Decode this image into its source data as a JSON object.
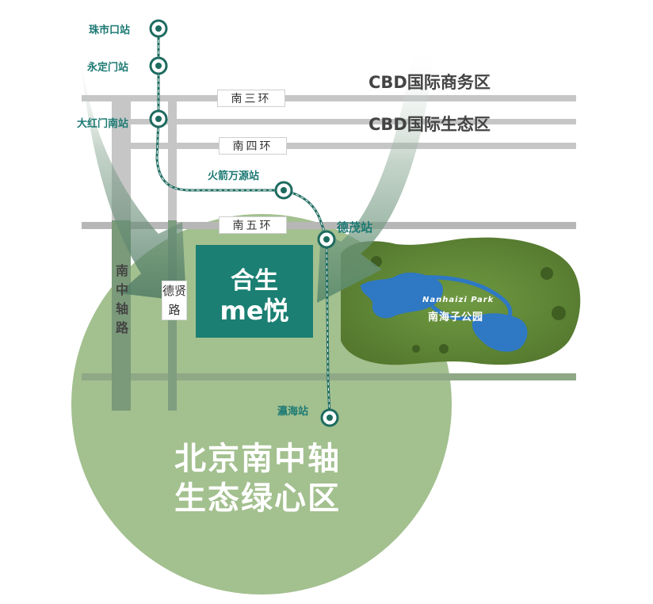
{
  "zones": {
    "cbd_business": "CBD国际商务区",
    "cbd_ecology": "CBD国际生态区"
  },
  "roads": {
    "ring3": "南三环",
    "ring4": "南四环",
    "ring5": "南五环",
    "south_axis": "南中轴路",
    "dexian": "德贤路"
  },
  "stations": {
    "zhushikou": "珠市口站",
    "yongdingmen": "永定门站",
    "dahongmen_south": "大红门南站",
    "huojianwanyuan": "火箭万源站",
    "demao": "德茂站",
    "yinghai": "瀛海站"
  },
  "project": {
    "line1": "合生",
    "line2": "me悦"
  },
  "district": {
    "line1": "北京南中轴",
    "line2": "生态绿心区"
  },
  "park": {
    "name_en": "Nanhaizi Park",
    "name_cn": "南海子公园"
  },
  "colors": {
    "green_zone": "#a3c08f",
    "project_box": "#1b7f73",
    "metro_line": "#1d6b5f",
    "station_text": "#1d7a74",
    "road": "#c6c6c6",
    "park_water": "#2e78c4"
  }
}
